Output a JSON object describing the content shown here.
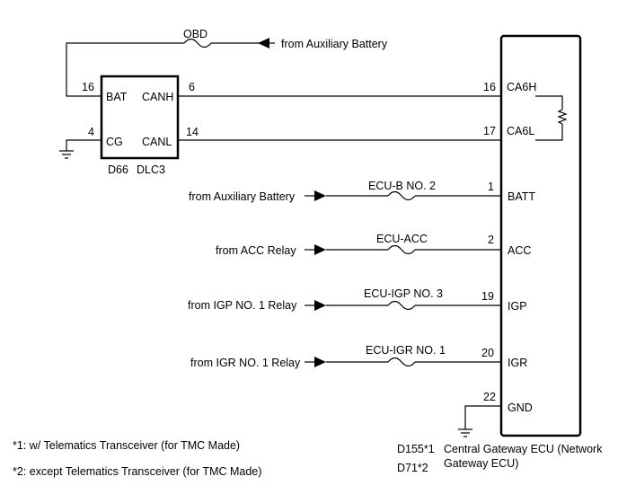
{
  "dlc3": {
    "connector": "D66",
    "name": "DLC3",
    "pins": {
      "bat": {
        "num": "16",
        "label": "BAT"
      },
      "cg": {
        "num": "4",
        "label": "CG"
      },
      "canh": {
        "num": "6",
        "label": "CANH"
      },
      "canl": {
        "num": "14",
        "label": "CANL"
      }
    }
  },
  "obd_fuse": {
    "label": "OBD",
    "source": "from Auxiliary Battery"
  },
  "ecu": {
    "connector_1": "D155*1",
    "connector_2": "D71*2",
    "name_line1": "Central Gateway ECU (Network",
    "name_line2": "Gateway ECU)",
    "pins": {
      "ca6h": {
        "num": "16",
        "label": "CA6H"
      },
      "ca6l": {
        "num": "17",
        "label": "CA6L"
      },
      "batt": {
        "num": "1",
        "label": "BATT"
      },
      "acc": {
        "num": "2",
        "label": "ACC"
      },
      "igp": {
        "num": "19",
        "label": "IGP"
      },
      "igr": {
        "num": "20",
        "label": "IGR"
      },
      "gnd": {
        "num": "22",
        "label": "GND"
      }
    }
  },
  "feeds": {
    "batt": {
      "source": "from Auxiliary Battery",
      "fuse": "ECU-B NO. 2"
    },
    "acc": {
      "source": "from ACC Relay",
      "fuse": "ECU-ACC"
    },
    "igp": {
      "source": "from IGP NO. 1 Relay",
      "fuse": "ECU-IGP NO. 3"
    },
    "igr": {
      "source": "from IGR NO. 1 Relay",
      "fuse": "ECU-IGR NO. 1"
    }
  },
  "notes": {
    "note1": "*1: w/ Telematics Transceiver (for TMC Made)",
    "note2": "*2: except Telematics Transceiver (for TMC Made)"
  }
}
